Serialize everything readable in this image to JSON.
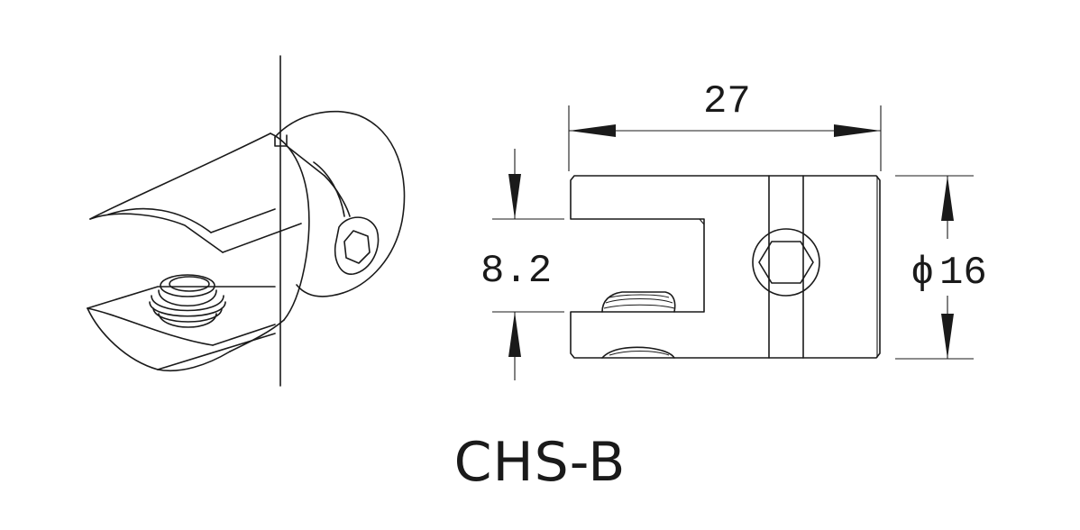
{
  "drawing": {
    "model_label": "CHS-B",
    "dimensions": {
      "length": "27",
      "opening": "8.2",
      "diameter_symbol": "ϕ",
      "diameter": "16"
    },
    "icons": {
      "isometric_view": "clamp-isometric-icon",
      "side_view": "clamp-side-view-icon",
      "hex_socket": "hex-socket-icon"
    },
    "colors": {
      "line": "#1a1a1a",
      "background": "#ffffff"
    }
  }
}
